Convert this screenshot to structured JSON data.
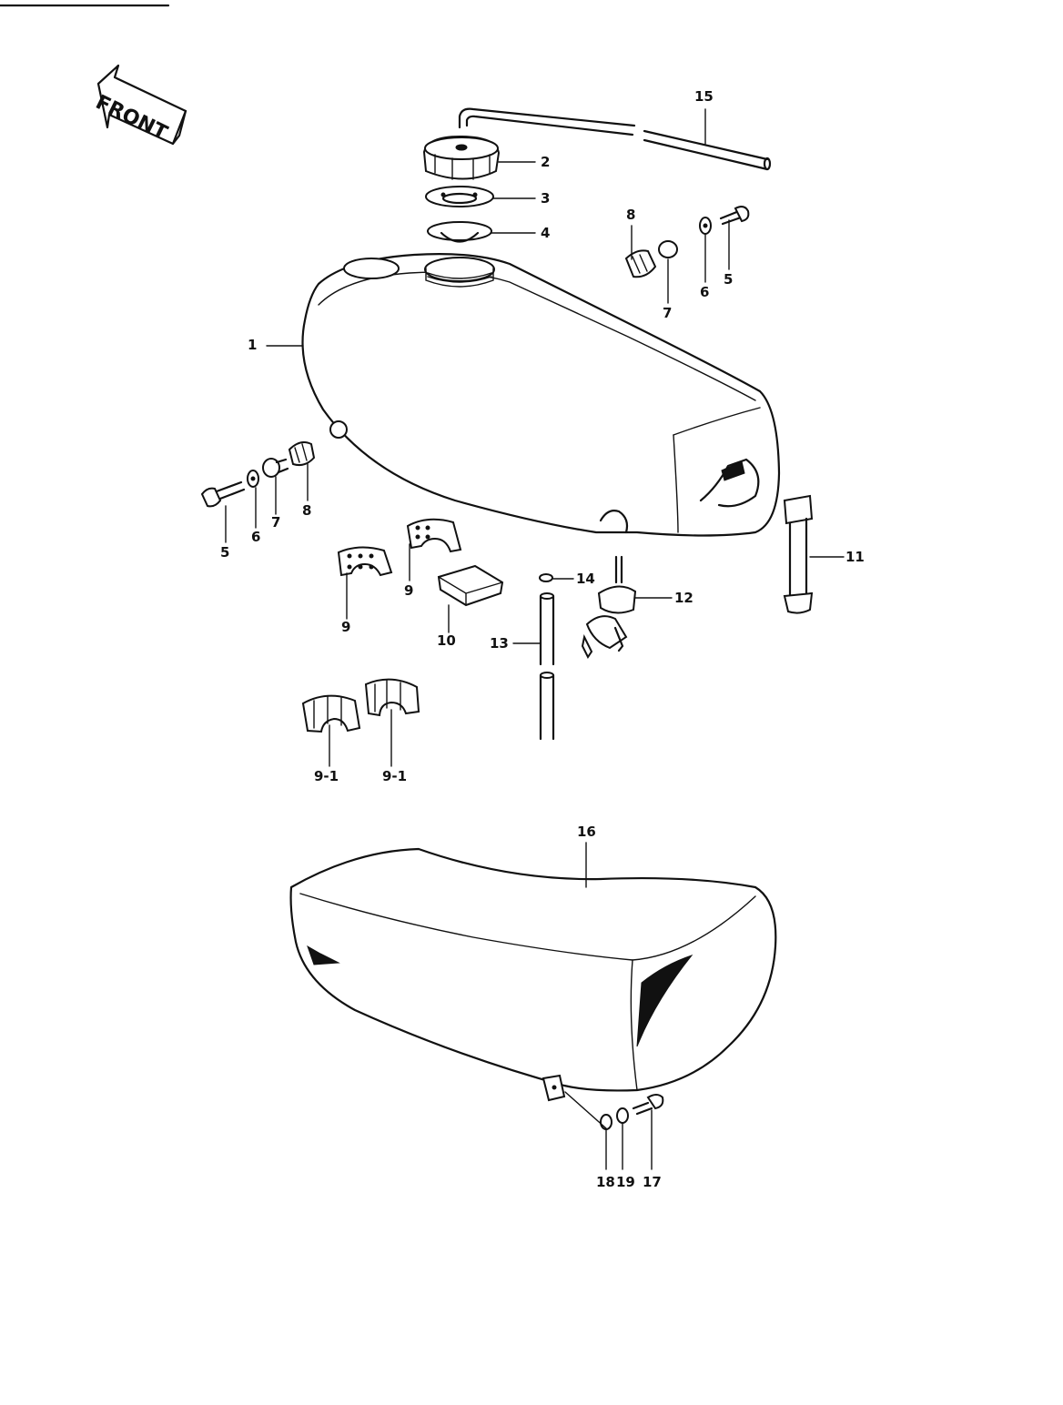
{
  "direction_label": "FRONT",
  "callouts": {
    "c1": "1",
    "c2": "2",
    "c3": "3",
    "c4": "4",
    "c5a": "5",
    "c5b": "5",
    "c6a": "6",
    "c6b": "6",
    "c7a": "7",
    "c7b": "7",
    "c8a": "8",
    "c8b": "8",
    "c9a": "9",
    "c9b": "9",
    "c91a": "9-1",
    "c91b": "9-1",
    "c10": "10",
    "c11": "11",
    "c12": "12",
    "c13": "13",
    "c14": "14",
    "c15": "15",
    "c16": "16",
    "c17": "17",
    "c18": "18",
    "c19": "19"
  }
}
